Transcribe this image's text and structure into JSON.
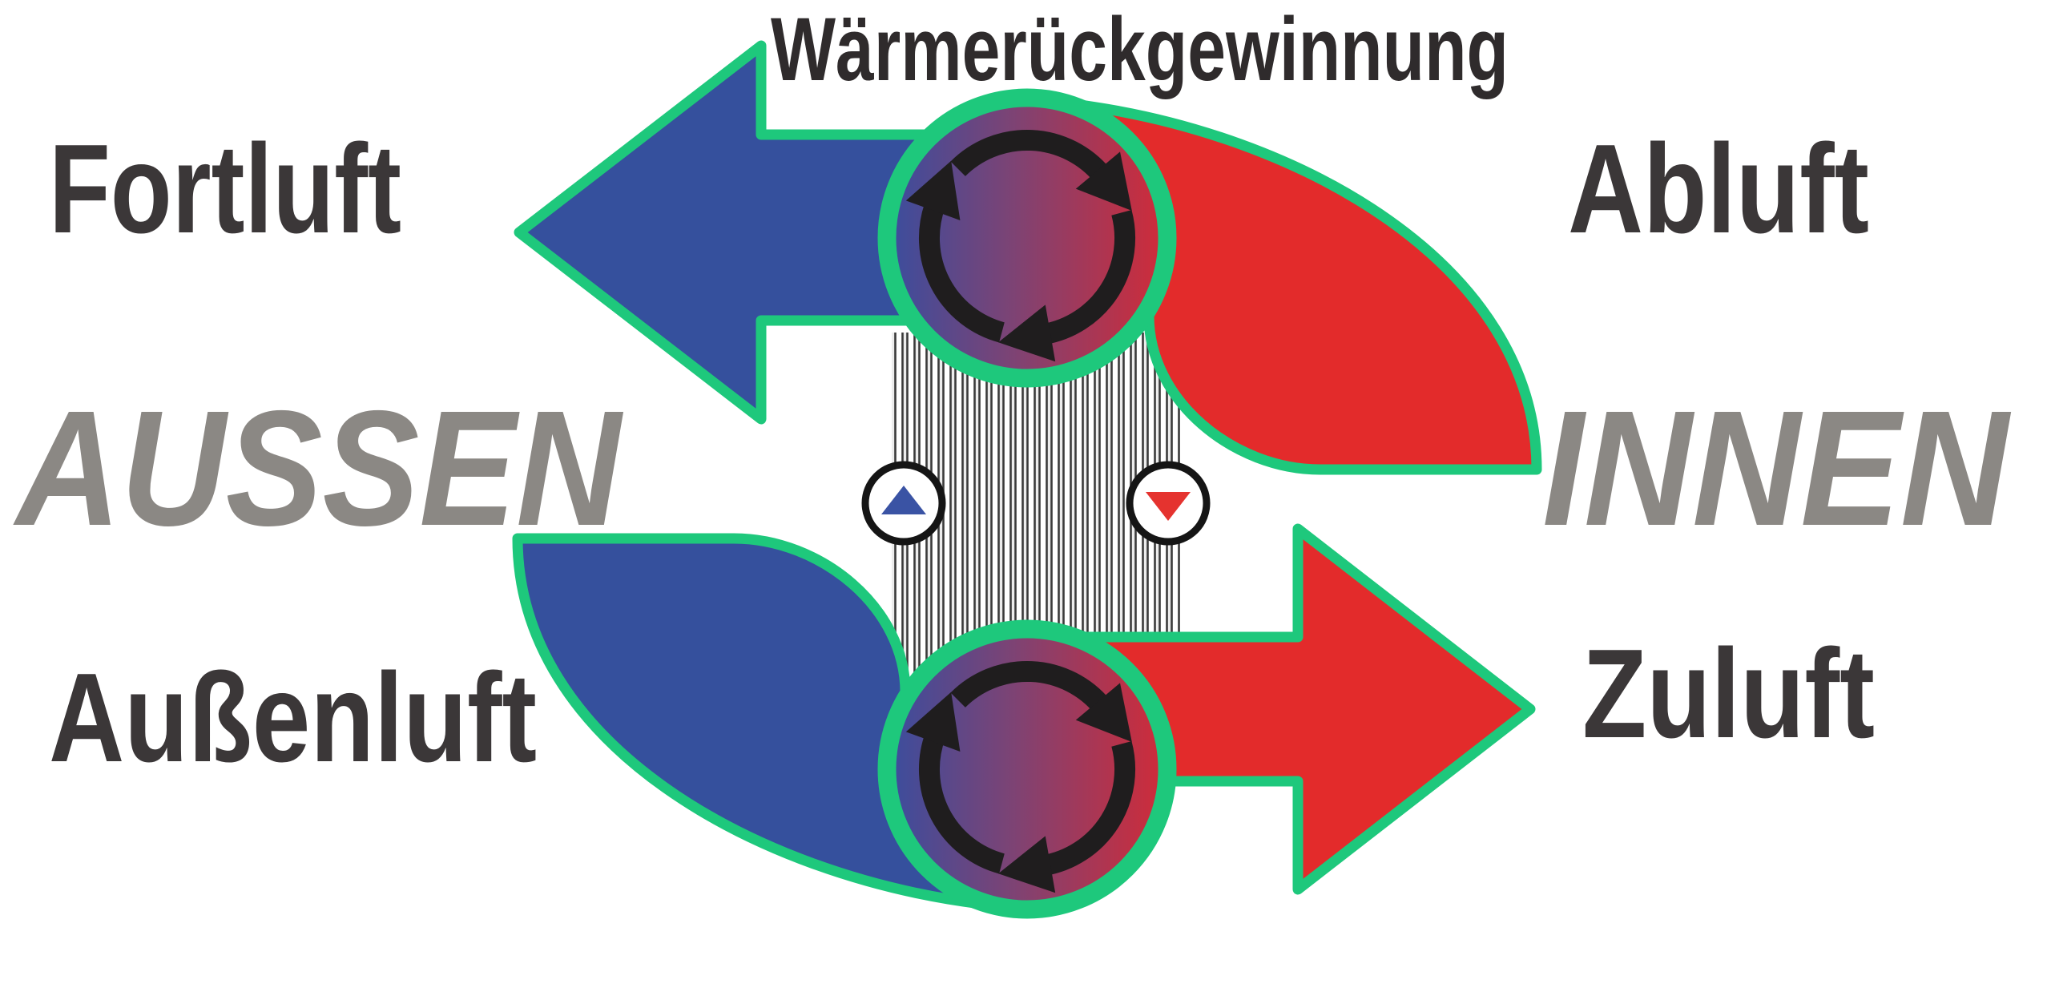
{
  "title": "Wärmerückgewinnung",
  "labels": {
    "exhaust": "Fortluft",
    "extract": "Abluft",
    "outdoor": "Außenluft",
    "supply": "Zuluft"
  },
  "zones": {
    "outside": "AUSSEN",
    "inside": "INNEN"
  },
  "colors": {
    "background": "#FFFFFF",
    "outline_green": "#1EC87C",
    "cold_blue": "#35509D",
    "warm_red": "#E32B2B",
    "wheel_gradient_left": "#3A4D9E",
    "wheel_gradient_mid": "#7D4374",
    "wheel_gradient_right": "#D12B38",
    "rotation_arrow_black": "#1F1D1E",
    "title_text": "#2F2B2C",
    "label_text": "#3B3738",
    "zone_text": "#8B8884",
    "indicator_ring": "#151515",
    "indicator_fill": "#FFFFFF",
    "indicator_cold": "#3A53A4",
    "indicator_warm": "#E5332F",
    "plate_line_dark": "#3A3A3A",
    "plate_fill_light": "#ECECEC"
  },
  "icons": {
    "rotation": "circular-rotation-arrows",
    "cold_flow": "triangle-up",
    "warm_flow": "triangle-down"
  }
}
